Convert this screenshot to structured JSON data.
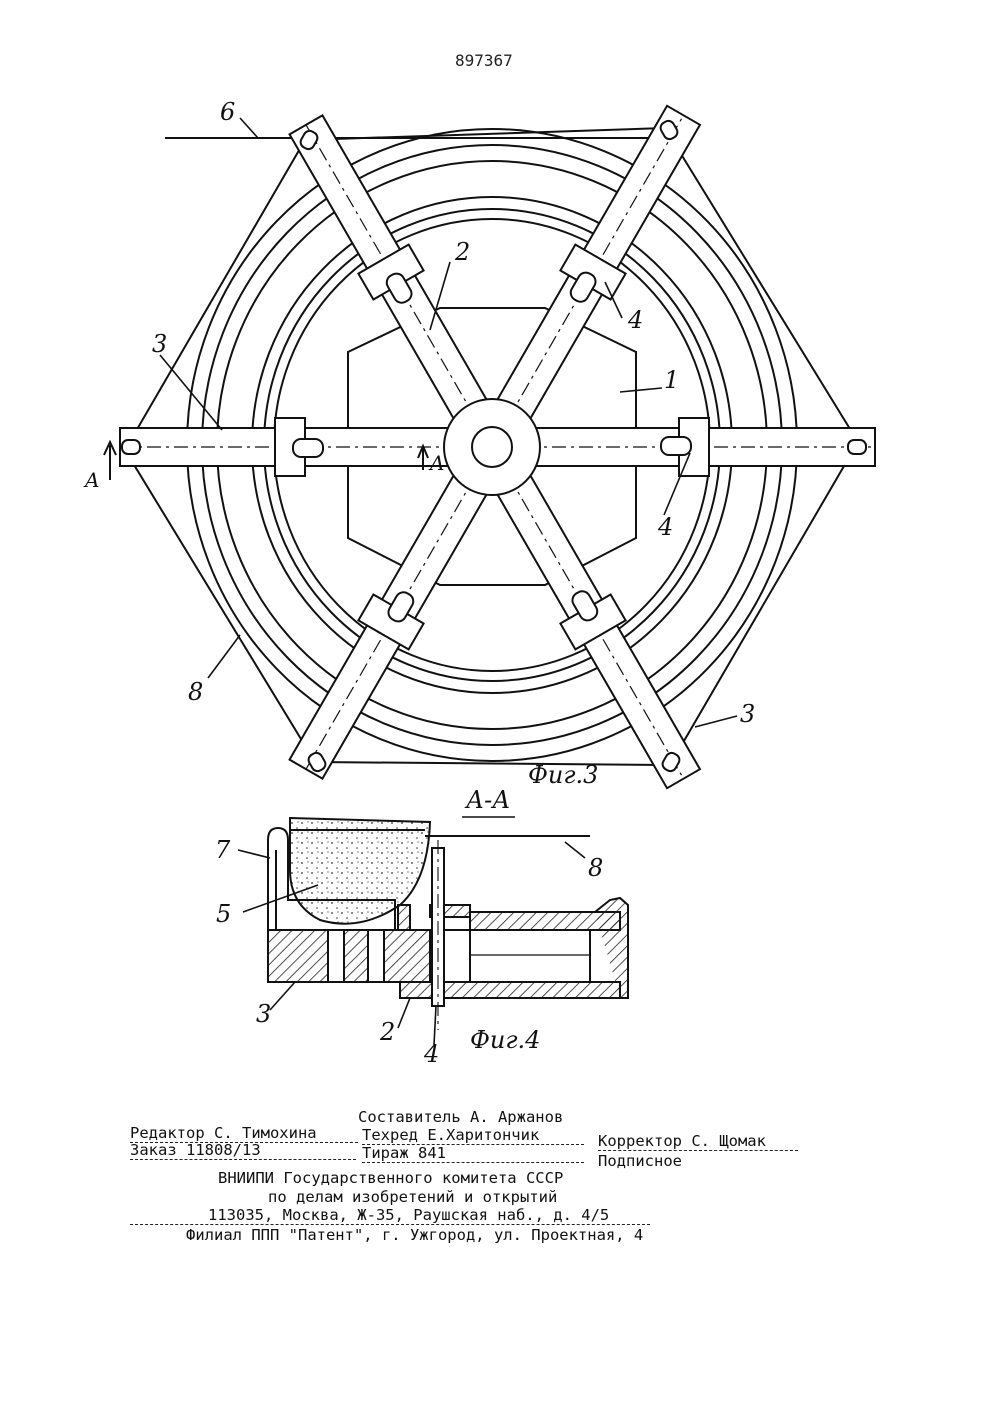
{
  "document": {
    "number": "897367"
  },
  "figure3": {
    "caption": "Фиг.3",
    "labels": {
      "p1": "1",
      "p2": "2",
      "p3a": "3",
      "p3b": "3",
      "p4a": "4",
      "p4b": "4",
      "p6": "6",
      "p8": "8",
      "sectionA": "A",
      "sectionA2": "A"
    }
  },
  "figure4": {
    "caption": "Фиг.4",
    "section_title": "А-А",
    "labels": {
      "p2": "2",
      "p3": "3",
      "p4": "4",
      "p5": "5",
      "p7": "7",
      "p8": "8"
    }
  },
  "imprint": {
    "compiler": "Составитель А. Аржанов",
    "editor": "Редактор С. Тимохина",
    "techred": "Техред Е.Харитончик",
    "corrector": "Корректор С. Щомак",
    "order": "Заказ 11808/13",
    "circulation": "Тираж 841",
    "subscription": "Подписное",
    "org_line1": "ВНИИПИ Государственного комитета СССР",
    "org_line2": "по делам изобретений и открытий",
    "address": "113035, Москва, Ж-35, Раушская наб., д. 4/5",
    "branch": "Филиал ППП \"Патент\", г. Ужгород, ул. Проектная, 4"
  }
}
